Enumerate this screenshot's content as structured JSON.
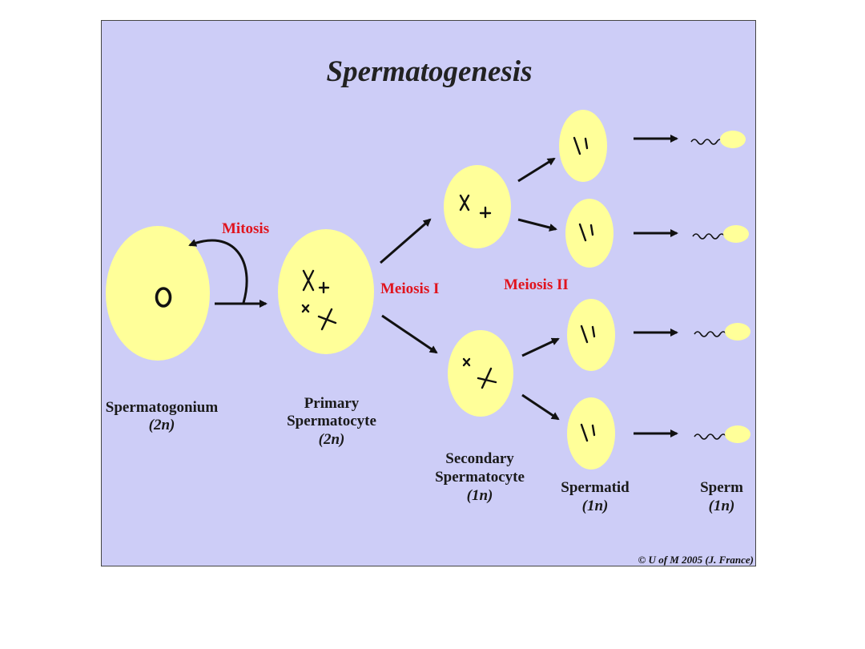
{
  "diagram": {
    "title": "Spermatogenesis",
    "process_labels": {
      "mitosis": "Mitosis",
      "meiosis_1": "Meiosis I",
      "meiosis_2": "Meiosis II"
    },
    "stages": {
      "spermatogonium": {
        "name": "Spermatogonium",
        "ploidy": "(2n)"
      },
      "primary": {
        "name_line1": "Primary",
        "name_line2": "Spermatocyte",
        "ploidy": "(2n)"
      },
      "secondary": {
        "name_line1": "Secondary",
        "name_line2": "Spermatocyte",
        "ploidy": "(1n)"
      },
      "spermatid": {
        "name": "Spermatid",
        "ploidy": "(1n)"
      },
      "sperm": {
        "name": "Sperm",
        "ploidy": "(1n)"
      }
    },
    "credit": "© U of M 2005 (J. France)",
    "colors": {
      "background": "#cdcdf7",
      "cell": "#ffff99",
      "process_text": "#e0141e"
    }
  }
}
